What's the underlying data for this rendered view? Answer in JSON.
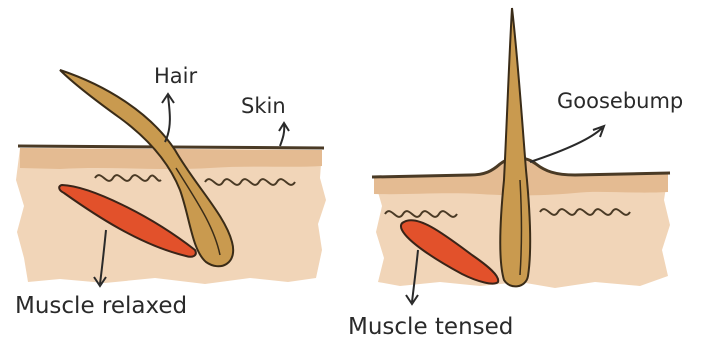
{
  "labels": {
    "hair": "Hair",
    "skin": "Skin",
    "goosebump": "Goosebump",
    "muscle_relaxed": "Muscle relaxed",
    "muscle_tensed": "Muscle tensed"
  },
  "colors": {
    "skin_light": "#f1d5b8",
    "skin_top_band": "#e4bb92",
    "surface_line": "#4a3a25",
    "hair": "#c99a4f",
    "hair_outline": "#3a2c18",
    "muscle": "#e2512b",
    "muscle_outline": "#3a2418",
    "dermal_squiggle": "#4a3a25",
    "arrow": "#2a2a2a"
  }
}
